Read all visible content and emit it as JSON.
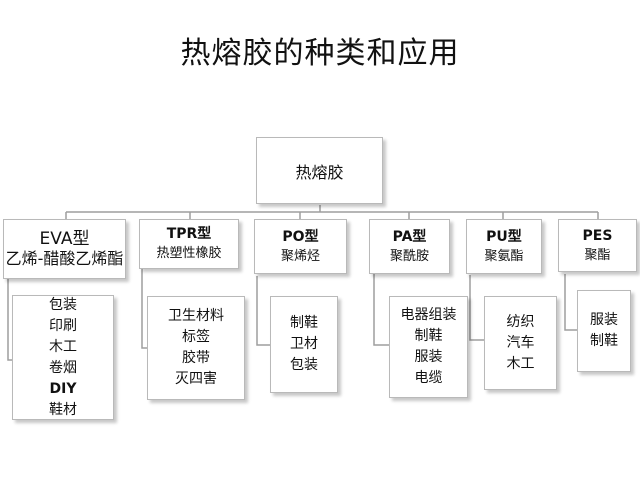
{
  "title": "热熔胶的种类和应用",
  "root": "热熔胶",
  "types": [
    {
      "name": "EVA型",
      "sub": "乙烯-醋酸乙烯酯",
      "uses": [
        "包装",
        "印刷",
        "木工",
        "卷烟",
        "DIY",
        "鞋材"
      ]
    },
    {
      "name": "TPR型",
      "sub": "热塑性橡胶",
      "uses": [
        "卫生材料",
        "标签",
        "胶带",
        "灭四害"
      ]
    },
    {
      "name": "PO型",
      "sub": "聚烯烃",
      "uses": [
        "制鞋",
        "卫材",
        "包装"
      ]
    },
    {
      "name": "PA型",
      "sub": "聚酰胺",
      "uses": [
        "电器组装",
        "制鞋",
        "服装",
        "电缆"
      ]
    },
    {
      "name": "PU型",
      "sub": "聚氨酯",
      "uses": [
        "纺织",
        "汽车",
        "木工"
      ]
    },
    {
      "name": "PES",
      "sub": "聚酯",
      "uses": [
        "服装",
        "制鞋"
      ]
    }
  ],
  "colors": {
    "line": "#9e9e9e",
    "border": "#b9b9b9"
  }
}
